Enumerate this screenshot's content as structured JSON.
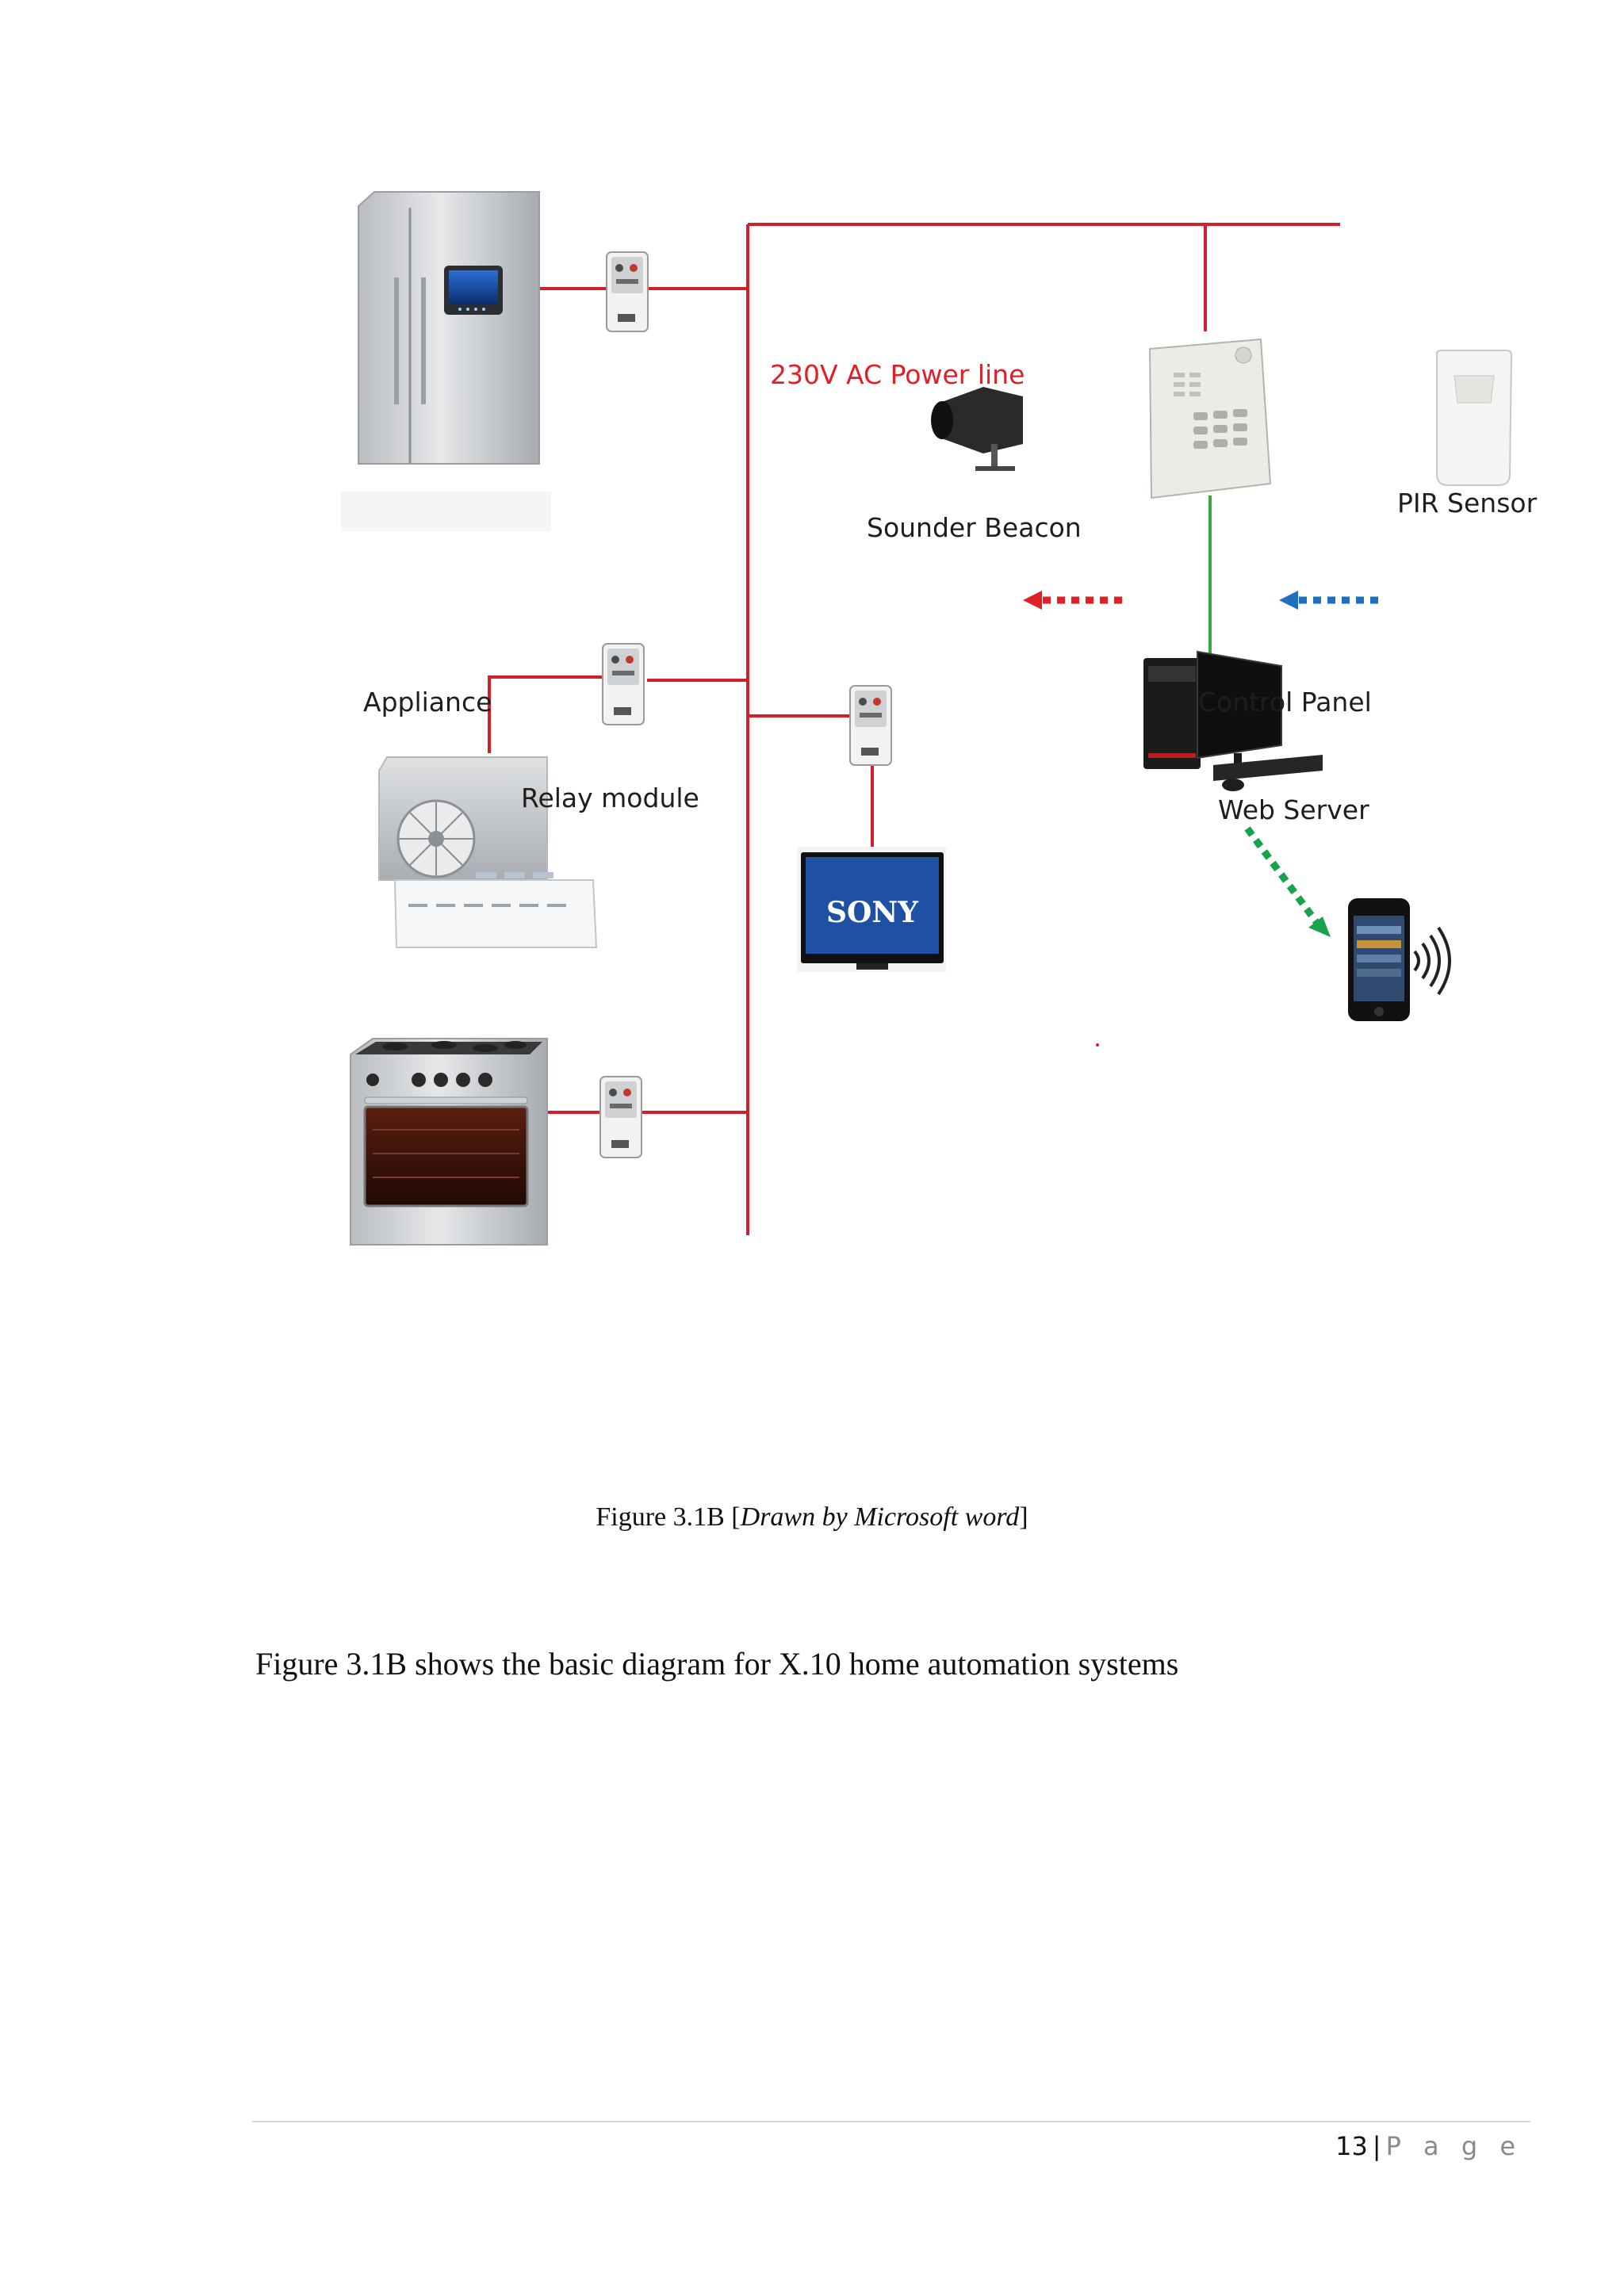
{
  "diagram": {
    "labels": {
      "power_line": "230V AC Power line",
      "sounder": "Sounder Beacon",
      "pir": "PIR Sensor",
      "appliance": "Appliance",
      "relay": "Relay module",
      "control_panel": "Control Panel",
      "web_server": "Web Server"
    },
    "tv_brand": "SONY",
    "colors": {
      "power_line": "#d0202a",
      "signal_line": "#3aa843",
      "arrow_red": "#e01f26",
      "arrow_blue": "#1f6fc0",
      "arrow_green": "#17a34a"
    }
  },
  "caption": {
    "prefix": "Figure 3.1B [",
    "italic": "Drawn by Microsoft word",
    "suffix": "]"
  },
  "body_text": "Figure 3.1B shows the basic diagram for X.10 home automation systems",
  "footer": {
    "page_number": "13",
    "separator": "|",
    "page_label": "P a g e"
  }
}
